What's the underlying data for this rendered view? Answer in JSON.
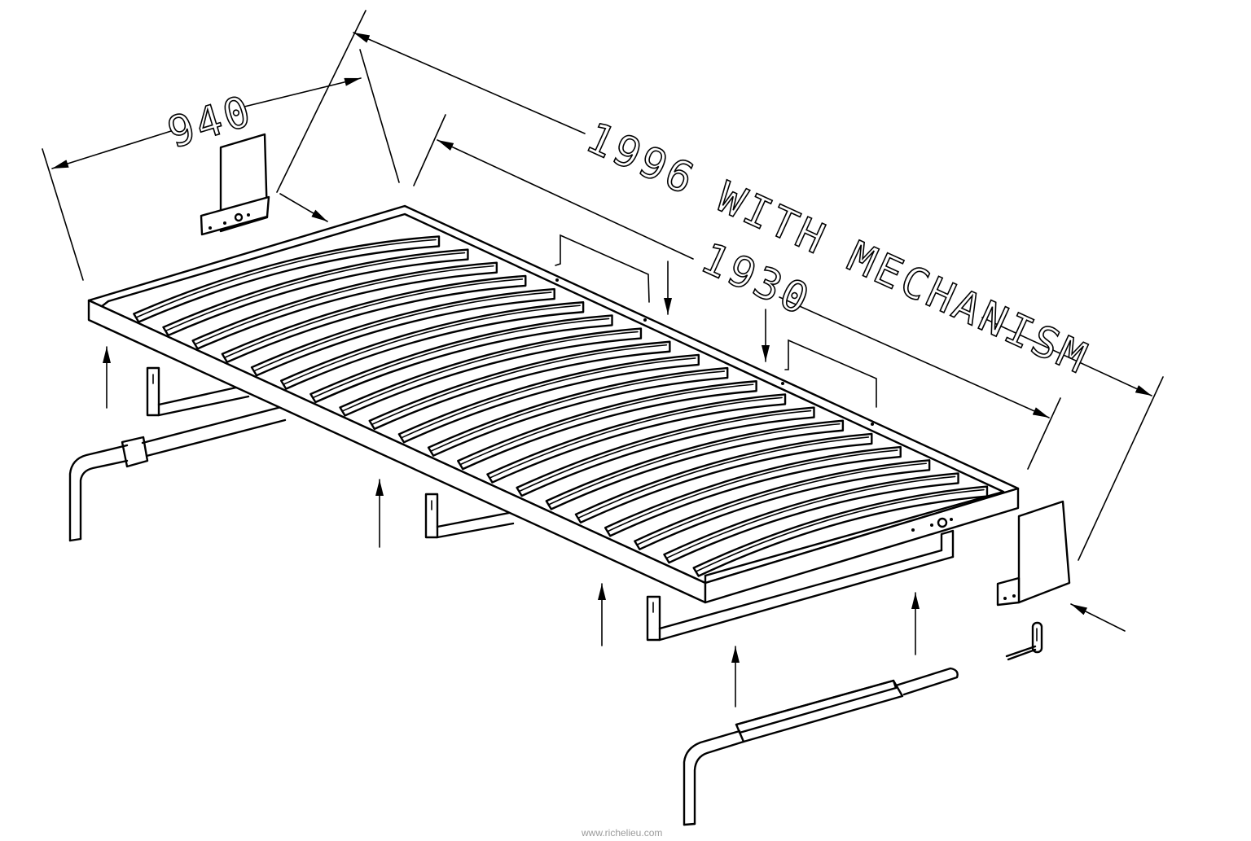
{
  "dimensions": {
    "width_label": "940",
    "inner_length_label": "1930",
    "overall_length_label": "1996 WITH MECHANISM"
  },
  "watermark": "www.richelieu.com",
  "colors": {
    "line": "#000000",
    "background": "#ffffff",
    "watermark": "#9a9a9a"
  }
}
